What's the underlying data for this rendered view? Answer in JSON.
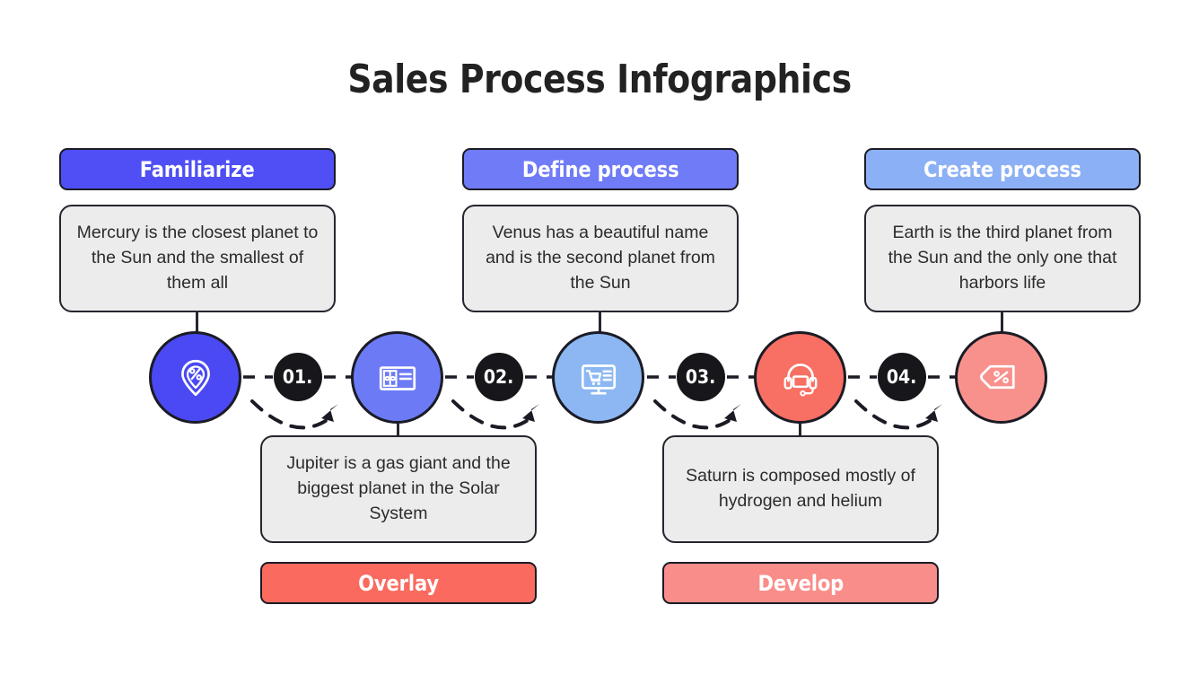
{
  "title": "Sales Process Infographics",
  "colors": {
    "pill_1": "#4f4ff5",
    "pill_2": "#6f7bf7",
    "pill_3": "#8cb0f5",
    "pill_4": "#fa6a5f",
    "pill_5": "#f98d89",
    "circle_1": "#4a49f3",
    "circle_2": "#6c7bf5",
    "circle_3": "#8cb7f2",
    "circle_4": "#f86f63",
    "circle_5": "#f8918c",
    "badge": "#17171b",
    "outline": "#1b1b25",
    "box_fill": "#ececec",
    "text": "#2b2b2b"
  },
  "top_row": [
    {
      "pill_label": "Familiarize",
      "description": "Mercury is the closest planet to the Sun and the smallest of them all",
      "icon": "location-pin-percent-icon"
    },
    {
      "pill_label": "Define process",
      "description": "Venus has a beautiful name and is the second planet from the Sun",
      "icon": "gift-card-icon"
    },
    {
      "pill_label": "Create process",
      "description": "Earth is the third planet from the Sun and the only one that harbors life",
      "icon": "online-shopping-monitor-icon"
    }
  ],
  "bottom_row": [
    {
      "pill_label": "Overlay",
      "description": "Jupiter is a gas giant and the biggest planet in the Solar System",
      "icon": "headset-support-icon"
    },
    {
      "pill_label": "Develop",
      "description": "Saturn is composed mostly of hydrogen and helium",
      "icon": "discount-tag-icon"
    }
  ],
  "steps": [
    {
      "number": "01."
    },
    {
      "number": "02."
    },
    {
      "number": "03."
    },
    {
      "number": "04."
    }
  ]
}
